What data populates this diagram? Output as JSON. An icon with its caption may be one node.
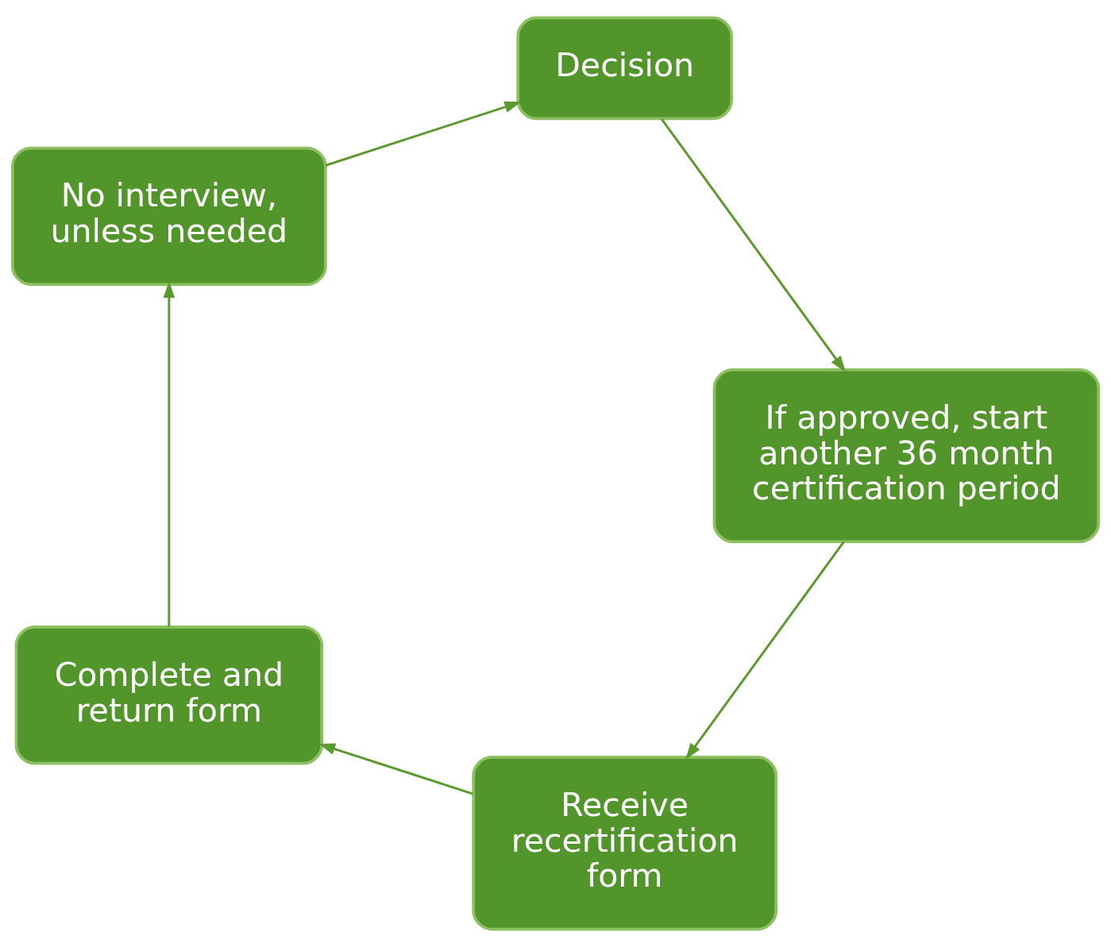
{
  "diagram": {
    "nodes": [
      {
        "text": [
          "Receive recertification form"
        ]
      },
      {
        "text": [
          "Complete and return form"
        ]
      },
      {
        "text": [
          "No interview, unless needed"
        ]
      },
      {
        "text": [
          "Decision"
        ]
      },
      {
        "text": [
          "If approved, start another 36 month certification period"
        ]
      }
    ],
    "edges": [
      {
        "from": 0,
        "to": 1,
        "arrow": "to"
      },
      {
        "from": 1,
        "to": 2,
        "arrow": "to"
      },
      {
        "from": 2,
        "to": 3,
        "arrow": "to"
      },
      {
        "from": 3,
        "to": 4,
        "arrow": "to"
      },
      {
        "from": 4,
        "to": 0,
        "arrow": "to"
      }
    ]
  }
}
